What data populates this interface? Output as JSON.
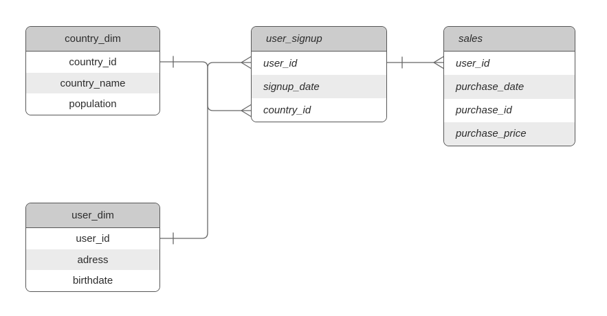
{
  "diagram": {
    "tables": [
      {
        "name": "country_dim",
        "italic": false,
        "columns": [
          "country_id",
          "country_name",
          "population"
        ]
      },
      {
        "name": "user_signup",
        "italic": true,
        "columns": [
          "user_id",
          "signup_date",
          "country_id"
        ]
      },
      {
        "name": "sales",
        "italic": true,
        "columns": [
          "user_id",
          "purchase_date",
          "purchase_id",
          "purchase_price"
        ]
      },
      {
        "name": "user_dim",
        "italic": false,
        "columns": [
          "user_id",
          "adress",
          "birthdate"
        ]
      }
    ],
    "relationships": [
      {
        "from": "country_dim.country_id",
        "to": "user_signup.country_id",
        "from_cardinality": "one",
        "to_cardinality": "many"
      },
      {
        "from": "user_dim.user_id",
        "to": "user_signup.user_id",
        "from_cardinality": "one",
        "to_cardinality": "many"
      },
      {
        "from": "user_signup.user_id",
        "to": "sales.user_id",
        "from_cardinality": "one",
        "to_cardinality": "many"
      }
    ],
    "colors": {
      "header_fill": "#cccccc",
      "row_fill": "#ffffff",
      "row_alt_fill": "#ebebeb",
      "border": "#565656",
      "connector": "#666666",
      "text": "#2c2c2c",
      "background": "#ffffff"
    }
  }
}
